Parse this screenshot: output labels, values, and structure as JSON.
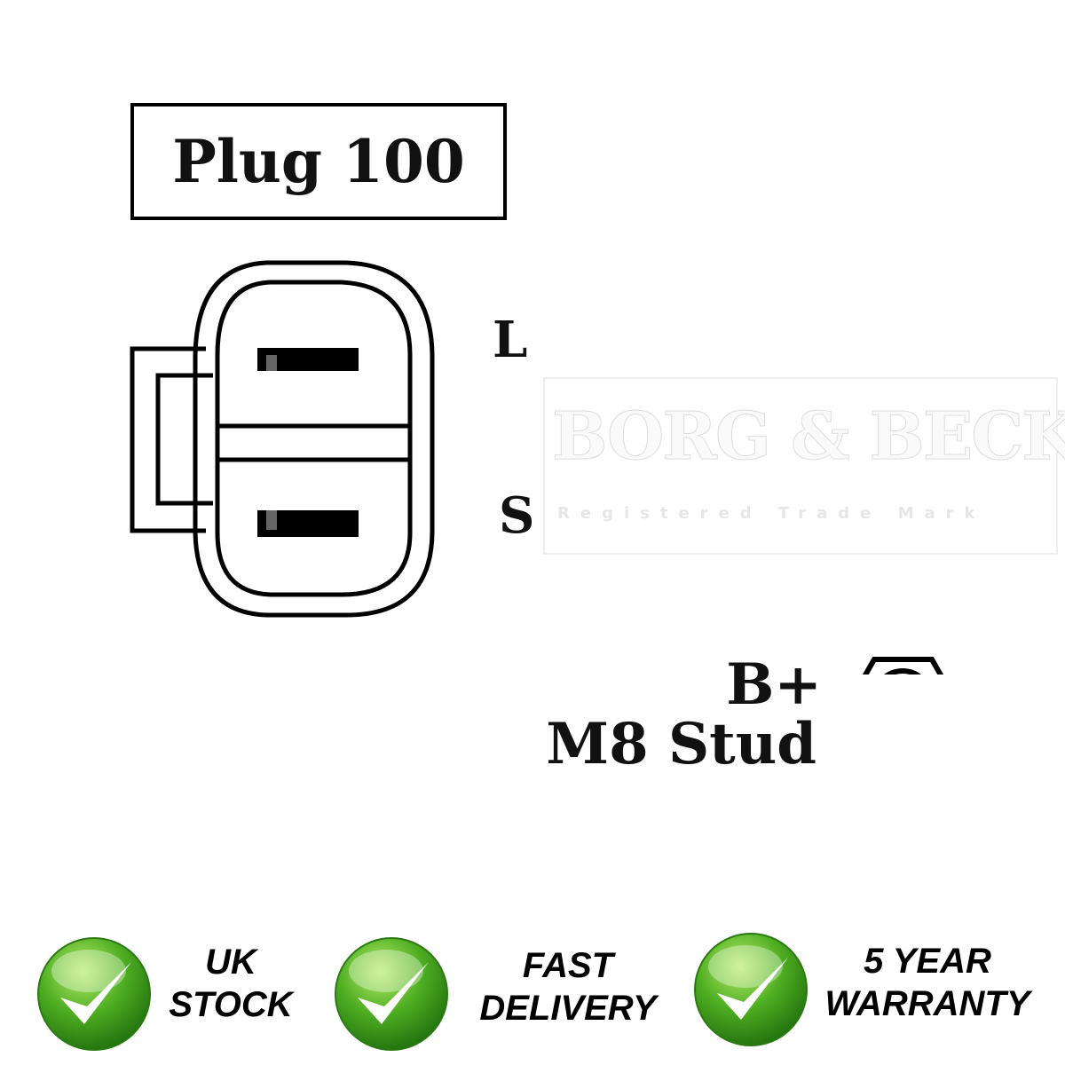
{
  "diagram": {
    "plug_label": "Plug 100",
    "pins": {
      "top": "L",
      "bottom": "S"
    },
    "stud": {
      "terminal": "B+",
      "size": "M8 Stud"
    },
    "watermark": {
      "brand": "BORG & BECK",
      "tagline": "Registered Trade Mark"
    }
  },
  "badges": [
    {
      "icon": "check-icon",
      "line1": "UK",
      "line2": "STOCK"
    },
    {
      "icon": "check-icon",
      "line1": "FAST",
      "line2": "DELIVERY"
    },
    {
      "icon": "check-icon",
      "line1": "5 YEAR",
      "line2": "WARRANTY"
    }
  ],
  "colors": {
    "badge_green": "#3a9a1c",
    "badge_light": "#8fd84a",
    "ink": "#000000"
  }
}
